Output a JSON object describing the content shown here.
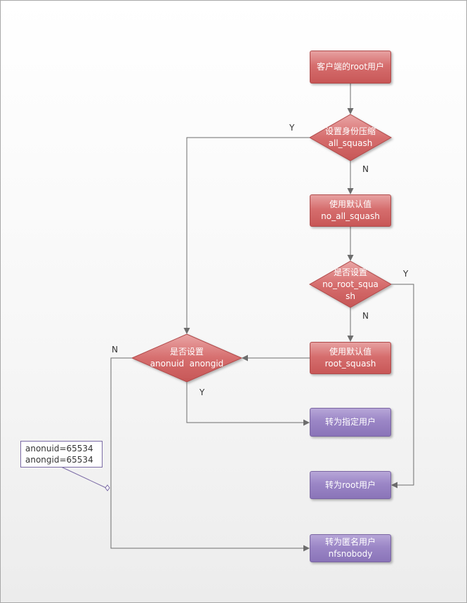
{
  "nodes": {
    "client_root": "客户端的root用户",
    "all_squash_q": [
      "设置身份压缩",
      "all_squash"
    ],
    "no_all_squash": [
      "使用默认值",
      "no_all_squash"
    ],
    "no_root_squash_q": [
      "是否设置",
      "no_root_squa",
      "sh"
    ],
    "root_squash": [
      "使用默认值",
      "root_squash"
    ],
    "anon_q": [
      "是否设置",
      "anonuid  anongid"
    ],
    "to_specified": "转为指定用户",
    "to_root": "转为root用户",
    "to_anon": [
      "转为匿名用户",
      "nfsnobody"
    ]
  },
  "labels": {
    "y": "Y",
    "n": "N"
  },
  "note": [
    "anonuid=65534",
    "anongid=65534"
  ],
  "colors": {
    "process_red": "#d66e6e",
    "decision_red": "#d86f6f",
    "terminal_purple": "#9b86c6",
    "line": "#6d6d6d"
  }
}
